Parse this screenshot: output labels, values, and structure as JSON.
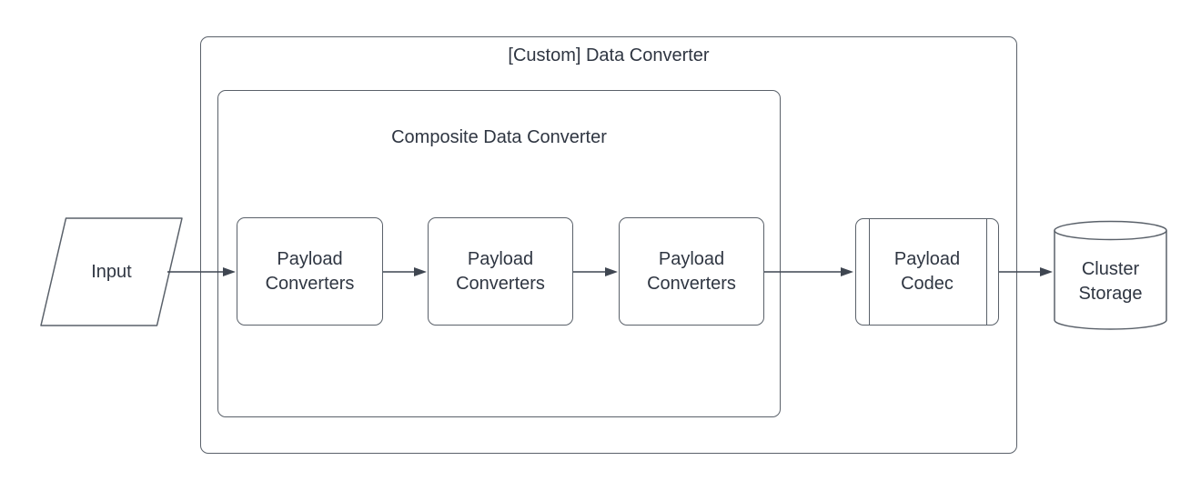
{
  "diagram": {
    "outer_group_label": "[Custom] Data Converter",
    "inner_group_label": "Composite Data Converter",
    "nodes": [
      {
        "id": "input",
        "label": "Input",
        "shape": "parallelogram"
      },
      {
        "id": "payload-converters-1",
        "label": "Payload Converters",
        "shape": "rounded-rectangle"
      },
      {
        "id": "payload-converters-2",
        "label": "Payload Converters",
        "shape": "rounded-rectangle"
      },
      {
        "id": "payload-converters-3",
        "label": "Payload Converters",
        "shape": "rounded-rectangle"
      },
      {
        "id": "payload-codec",
        "label": "Payload Codec",
        "shape": "predefined-process"
      },
      {
        "id": "cluster-storage",
        "label": "Cluster Storage",
        "shape": "cylinder"
      }
    ],
    "edges": [
      {
        "from": "input",
        "to": "payload-converters-1"
      },
      {
        "from": "payload-converters-1",
        "to": "payload-converters-2"
      },
      {
        "from": "payload-converters-2",
        "to": "payload-converters-3"
      },
      {
        "from": "payload-converters-3",
        "to": "payload-codec"
      },
      {
        "from": "payload-codec",
        "to": "cluster-storage"
      }
    ],
    "colors": {
      "shape_stroke": "#5a616a",
      "arrow_stroke": "#3f4651",
      "text": "#2f3642",
      "background": "#ffffff"
    }
  }
}
